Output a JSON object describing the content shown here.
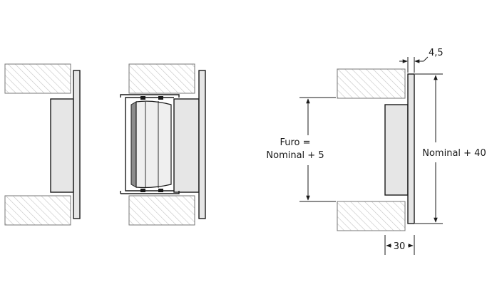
{
  "labels": {
    "thickness": "4,5",
    "hole_line1": "Furo =",
    "hole_line2": "Nominal  + 5",
    "outer_height": "Nominal  + 40",
    "depth": "30"
  },
  "colors": {
    "stroke": "#1a1a1a",
    "panel_fill": "#e6e6e6",
    "insert_fill": "#efefef",
    "insert_shadow": "#8c8c8c",
    "hatch": "#c4c4c4",
    "dimension": "#1a1a1a"
  }
}
